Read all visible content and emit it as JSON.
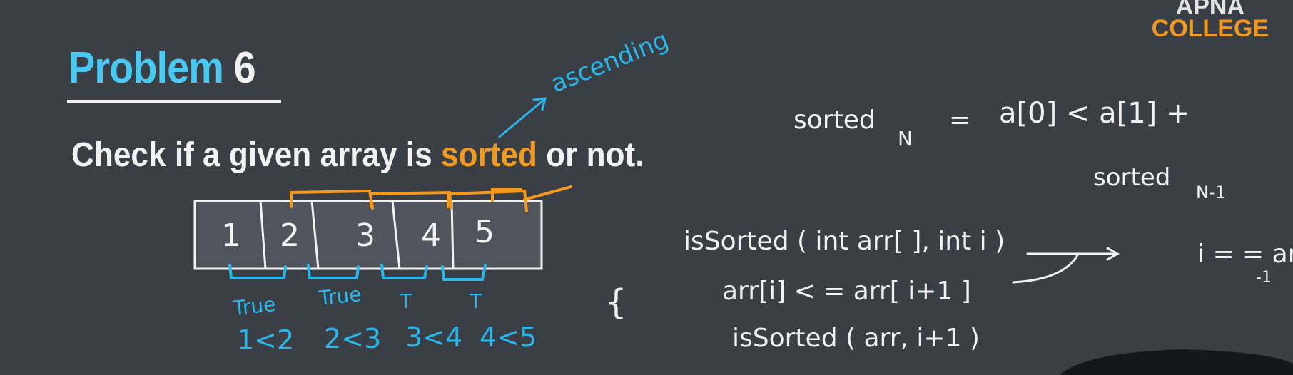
{
  "logo": {
    "line1": "APNA",
    "line2": "COLLEGE"
  },
  "slide": {
    "title_word": "Problem",
    "title_number": "6",
    "question_before": "Check if a given array is ",
    "question_highlight": "sorted",
    "question_after": " or not."
  },
  "array": {
    "cells": [
      "1",
      "2",
      "3",
      "4",
      "5"
    ]
  },
  "annotations": {
    "ascending": "ascending",
    "comparisons": [
      {
        "result": "True",
        "expr": "1<2"
      },
      {
        "result": "True",
        "expr": "2<3"
      },
      {
        "result": "T",
        "expr": "3<4"
      },
      {
        "result": "T",
        "expr": "4<5"
      }
    ],
    "recurrence_lhs": "sorted",
    "recurrence_lhs_sub": "N",
    "recurrence_eq": "=",
    "recurrence_rhs": "a[0] < a[1] +",
    "recurrence_next": "sorted",
    "recurrence_next_sub": "N-1",
    "signature": "isSorted ( int arr[ ], int i )",
    "base_case": "i = = arr.length",
    "base_case_note": "-1",
    "brace": "{",
    "condition": "arr[i] < = arr[ i+1 ]",
    "recursive_call": "isSorted ( arr, i+1 )"
  },
  "colors": {
    "background": "#3a3e45",
    "title_blue": "#49c8f2",
    "highlight_orange": "#f29a1f",
    "ink_white": "#f2f2f2",
    "ink_blue": "#29b6ea",
    "ink_orange": "#f39a1e"
  }
}
